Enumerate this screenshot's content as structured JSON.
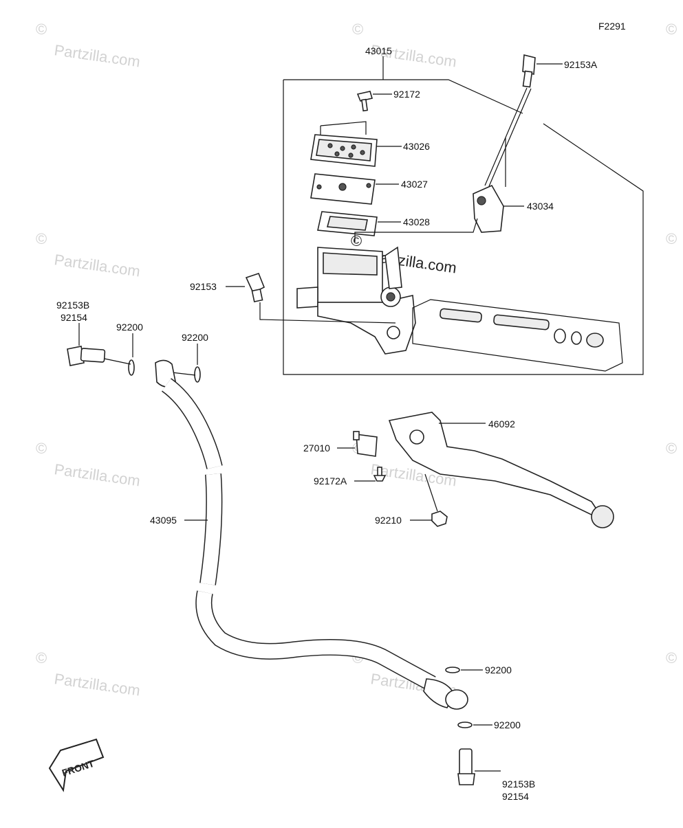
{
  "diagram": {
    "figure_code": "F2291",
    "watermark_text": "Partzilla.com",
    "watermark_symbol": "©",
    "front_label": "FRONT",
    "callouts": {
      "c43015": "43015",
      "c92172": "92172",
      "c43026": "43026",
      "c43027": "43027",
      "c43028": "43028",
      "c92153A": "92153A",
      "c43034": "43034",
      "c92153": "92153",
      "c92153B_top": "92153B",
      "c92154_top": "92154",
      "c92200_a": "92200",
      "c92200_b": "92200",
      "c46092": "46092",
      "c27010": "27010",
      "c92172A": "92172A",
      "c92210": "92210",
      "c43095": "43095",
      "c92200_c": "92200",
      "c92200_d": "92200",
      "c92153B_bot": "92153B",
      "c92154_bot": "92154"
    }
  }
}
